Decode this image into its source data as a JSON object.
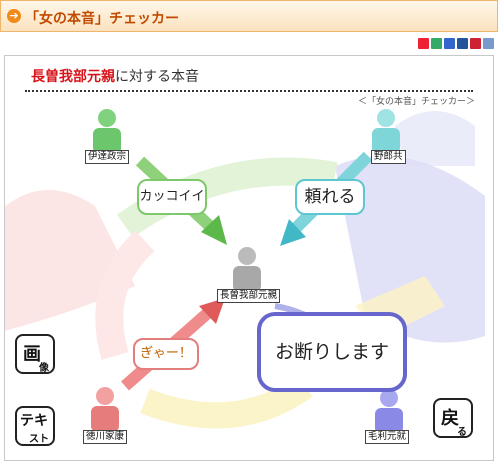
{
  "header": {
    "title": "「女の本音」チェッカー",
    "arrow_icon": "circle-arrow-right-icon"
  },
  "toolbar": {
    "icons": [
      "bookmark-icon",
      "share-icon",
      "tag-icon",
      "b-icon",
      "clip-icon",
      "pencil-icon"
    ]
  },
  "subject": {
    "name": "長曽我部元親",
    "rest": "に対する本音"
  },
  "caption": "＜「女の本音」チェッカー＞",
  "people": {
    "top_left": "伊達政宗",
    "top_right": "野郎共",
    "center": "長曽我部元親",
    "bottom_left": "徳川家康",
    "bottom_right": "毛利元就"
  },
  "bubbles": {
    "top_left": "カッコイイ",
    "top_right": "頼れる",
    "bottom_left": "ぎゃー！",
    "bottom_right": "お断りします"
  },
  "buttons": {
    "image": {
      "big": "画",
      "small": "像"
    },
    "text": {
      "big": "テキ",
      "small": "スト"
    },
    "back": {
      "big": "戻",
      "small": "る"
    }
  }
}
